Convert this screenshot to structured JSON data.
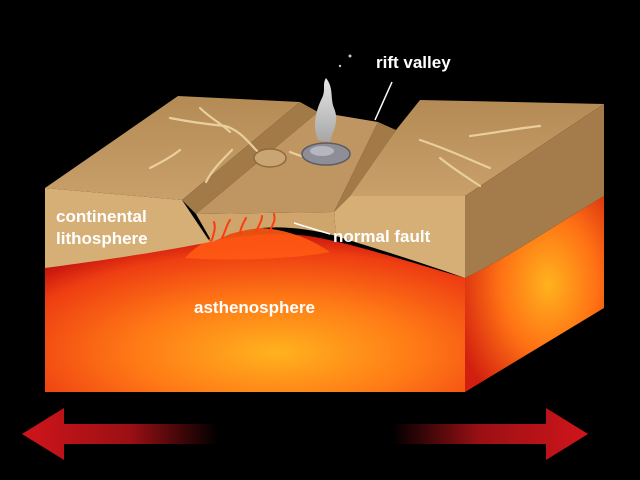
{
  "labels": {
    "rift_valley": "rift valley",
    "continental_lithosphere_line1": "continental",
    "continental_lithosphere_line2": "lithosphere",
    "normal_fault": "normal fault",
    "asthenosphere": "asthenosphere"
  },
  "colors": {
    "background": "#000000",
    "crust_top": "#c39a63",
    "crust_front": "#d3ab72",
    "crust_side": "#a9804f",
    "mantle_hot": "#ffae1a",
    "mantle_mid": "#ff6a12",
    "mantle_edge": "#c0160f",
    "label_on_dark": "#ffffff",
    "label_on_crust": "#ffffff",
    "arrow": "#c0161c"
  },
  "arrows": {
    "left": "left-pointing-arrow",
    "right": "right-pointing-arrow"
  }
}
